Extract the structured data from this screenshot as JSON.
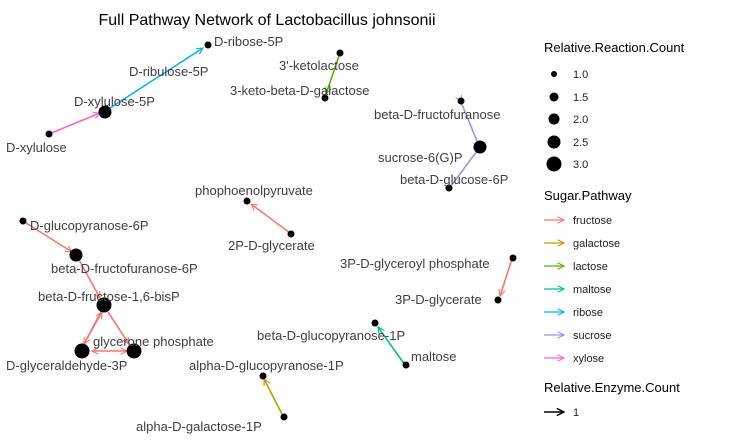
{
  "title": "Full Pathway Network of Lactobacillus johnsonii",
  "legend": {
    "size_title": "Relative.Reaction.Count",
    "size_items": [
      "1.0",
      "1.5",
      "2.0",
      "2.5",
      "3.0"
    ],
    "pathway_title": "Sugar.Pathway",
    "pathway_items": [
      {
        "label": "fructose",
        "color": "#F8766D"
      },
      {
        "label": "galactose",
        "color": "#C49A00"
      },
      {
        "label": "lactose",
        "color": "#53B400"
      },
      {
        "label": "maltose",
        "color": "#00C094"
      },
      {
        "label": "ribose",
        "color": "#00B6EB"
      },
      {
        "label": "sucrose",
        "color": "#A58AFF"
      },
      {
        "label": "xylose",
        "color": "#FB61D7"
      }
    ],
    "enzyme_title": "Relative.Enzyme.Count",
    "enzyme_items": [
      "1"
    ]
  },
  "nodes": {
    "d_ribose_5p": "D-ribose-5P",
    "d_ribulose_5p": "D-ribulose-5P",
    "d_xylulose_5p": "D-xylulose-5P",
    "d_xylulose": "D-xylulose",
    "ketolactose": "3'-ketolactose",
    "keto_beta_d_galactose": "3-keto-beta-D-galactose",
    "beta_d_fructofuranose": "beta-D-fructofuranose",
    "sucrose_6g_p": "sucrose-6(G)P",
    "beta_d_glucose_6p": "beta-D-glucose-6P",
    "phosphoenolpyruvate": "phophoenolpyruvate",
    "p2_d_glycerate": "2P-D-glycerate",
    "d_glucopyranose_6p": "D-glucopyranose-6P",
    "beta_d_fructofuranose_6p": "beta-D-fructofuranose-6P",
    "beta_d_fructose_16_bisp": "beta-D-fructose-1,6-bisP",
    "glycerone_phosphate": "glycerone phosphate",
    "d_glyceraldehyde_3p": "D-glyceraldehyde-3P",
    "p3_d_glyceroyl_phosphate": "3P-D-glyceroyl phosphate",
    "p3_d_glycerate": "3P-D-glycerate",
    "beta_d_glucopyranose_1p": "beta-D-glucopyranose-1P",
    "maltose": "maltose",
    "alpha_d_glucopyranose_1p": "alpha-D-glucopyranose-1P",
    "alpha_d_galactose_1p": "alpha-D-galactose-1P"
  }
}
